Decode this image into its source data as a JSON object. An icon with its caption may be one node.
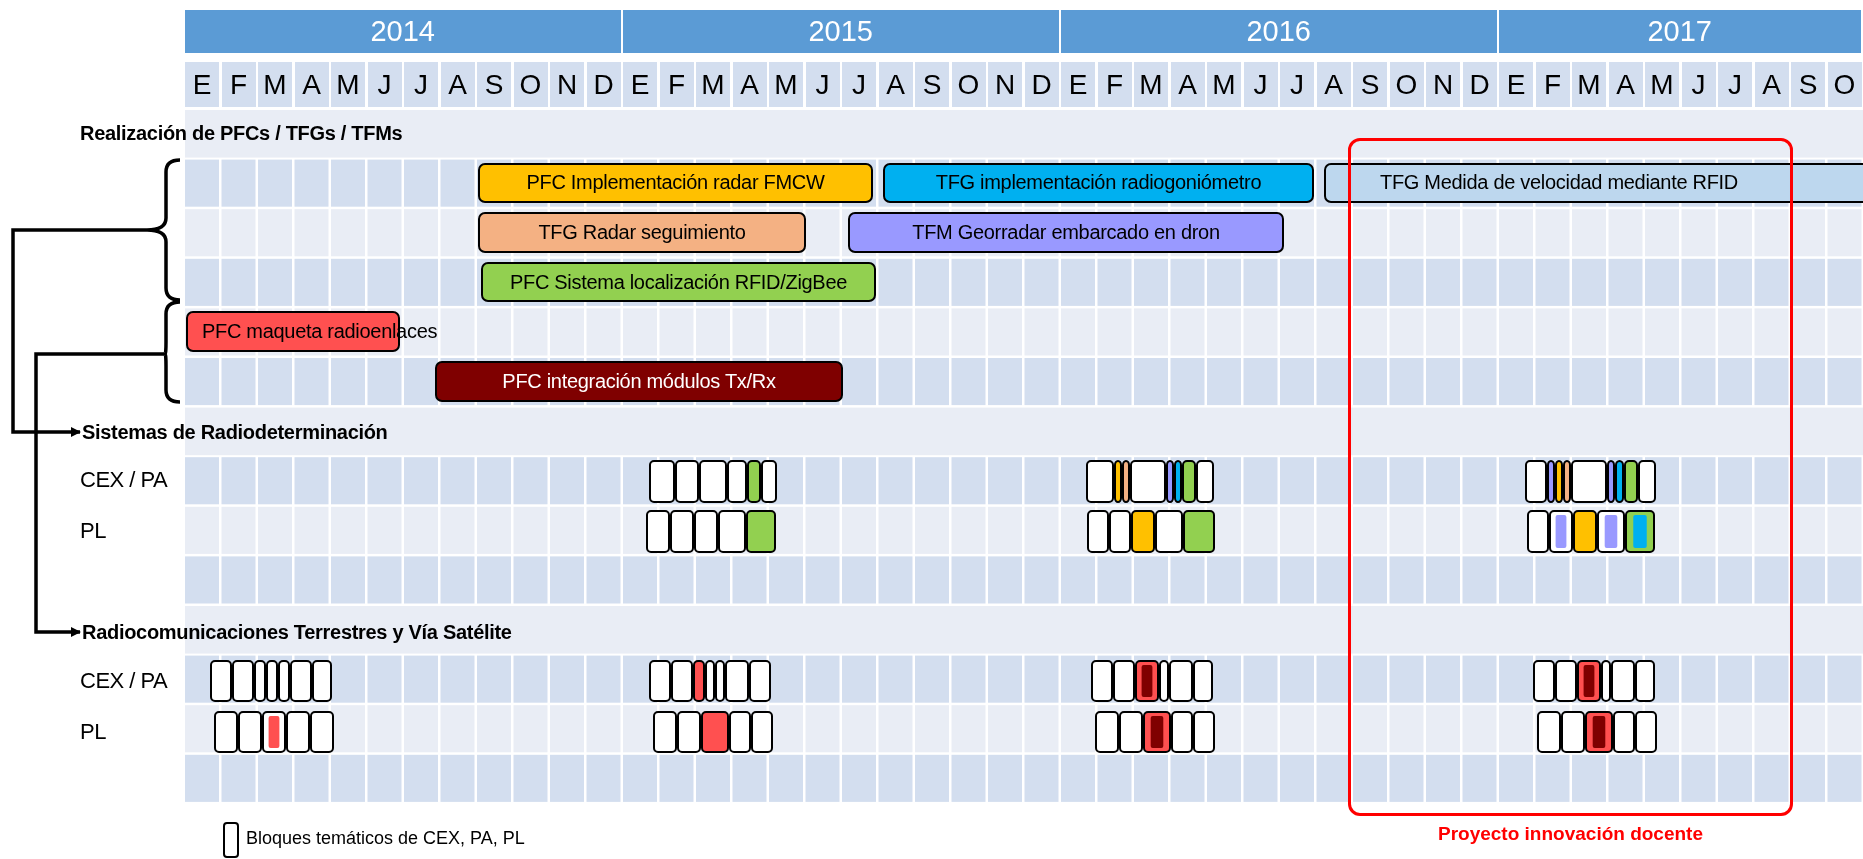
{
  "diagram": {
    "nodes": [
      {
        "text": [
          "2014"
        ]
      },
      {
        "text": [
          "2015"
        ]
      },
      {
        "text": [
          "2016"
        ]
      },
      {
        "text": [
          "2017"
        ]
      },
      {
        "text": [
          "PFC Implementación radar FMCW"
        ]
      },
      {
        "text": [
          "TFG implementación radiogoniómetro"
        ]
      },
      {
        "text": [
          "TFG Medida de velocidad mediante RFID"
        ]
      },
      {
        "text": [
          "TFG Radar seguimiento"
        ]
      },
      {
        "text": [
          "TFM Georradar embarcado en dron"
        ]
      },
      {
        "text": [
          "PFC Sistema localización RFID/ZigBee"
        ]
      },
      {
        "text": [
          "PFC maqueta radioenlaces"
        ]
      },
      {
        "text": [
          "PFC integración módulos Tx/Rx"
        ]
      },
      {
        "text": [],
        "shape": "brace"
      },
      {
        "text": [],
        "shape": "brace"
      },
      {
        "text": [
          "Sistemas de Radiodeterminación"
        ]
      },
      {
        "text": [
          "Radiocomunicaciones Terrestres y Vía Satélite"
        ]
      },
      {
        "text": [
          "Proyecto innovación docente"
        ]
      }
    ],
    "edges": [
      {
        "from": 12,
        "to": 14,
        "arrow": "to"
      },
      {
        "from": 13,
        "to": 15,
        "arrow": "to"
      }
    ],
    "labels": [
      "E",
      "F",
      "M",
      "A",
      "M",
      "J",
      "J",
      "A",
      "S",
      "O",
      "N",
      "D",
      "E",
      "F",
      "M",
      "A",
      "M",
      "J",
      "J",
      "A",
      "S",
      "O",
      "N",
      "D",
      "E",
      "F",
      "M",
      "A",
      "M",
      "J",
      "J",
      "A",
      "S",
      "O",
      "N",
      "D",
      "E",
      "F",
      "M",
      "A",
      "M",
      "J",
      "J",
      "A",
      "S",
      "O",
      "Realización de PFCs / TFGs / TFMs",
      "CEX / PA",
      "PL",
      "CEX / PA",
      "PL"
    ],
    "legend": [
      {
        "text": "Bloques temáticos de CEX, PA, PL"
      }
    ]
  }
}
